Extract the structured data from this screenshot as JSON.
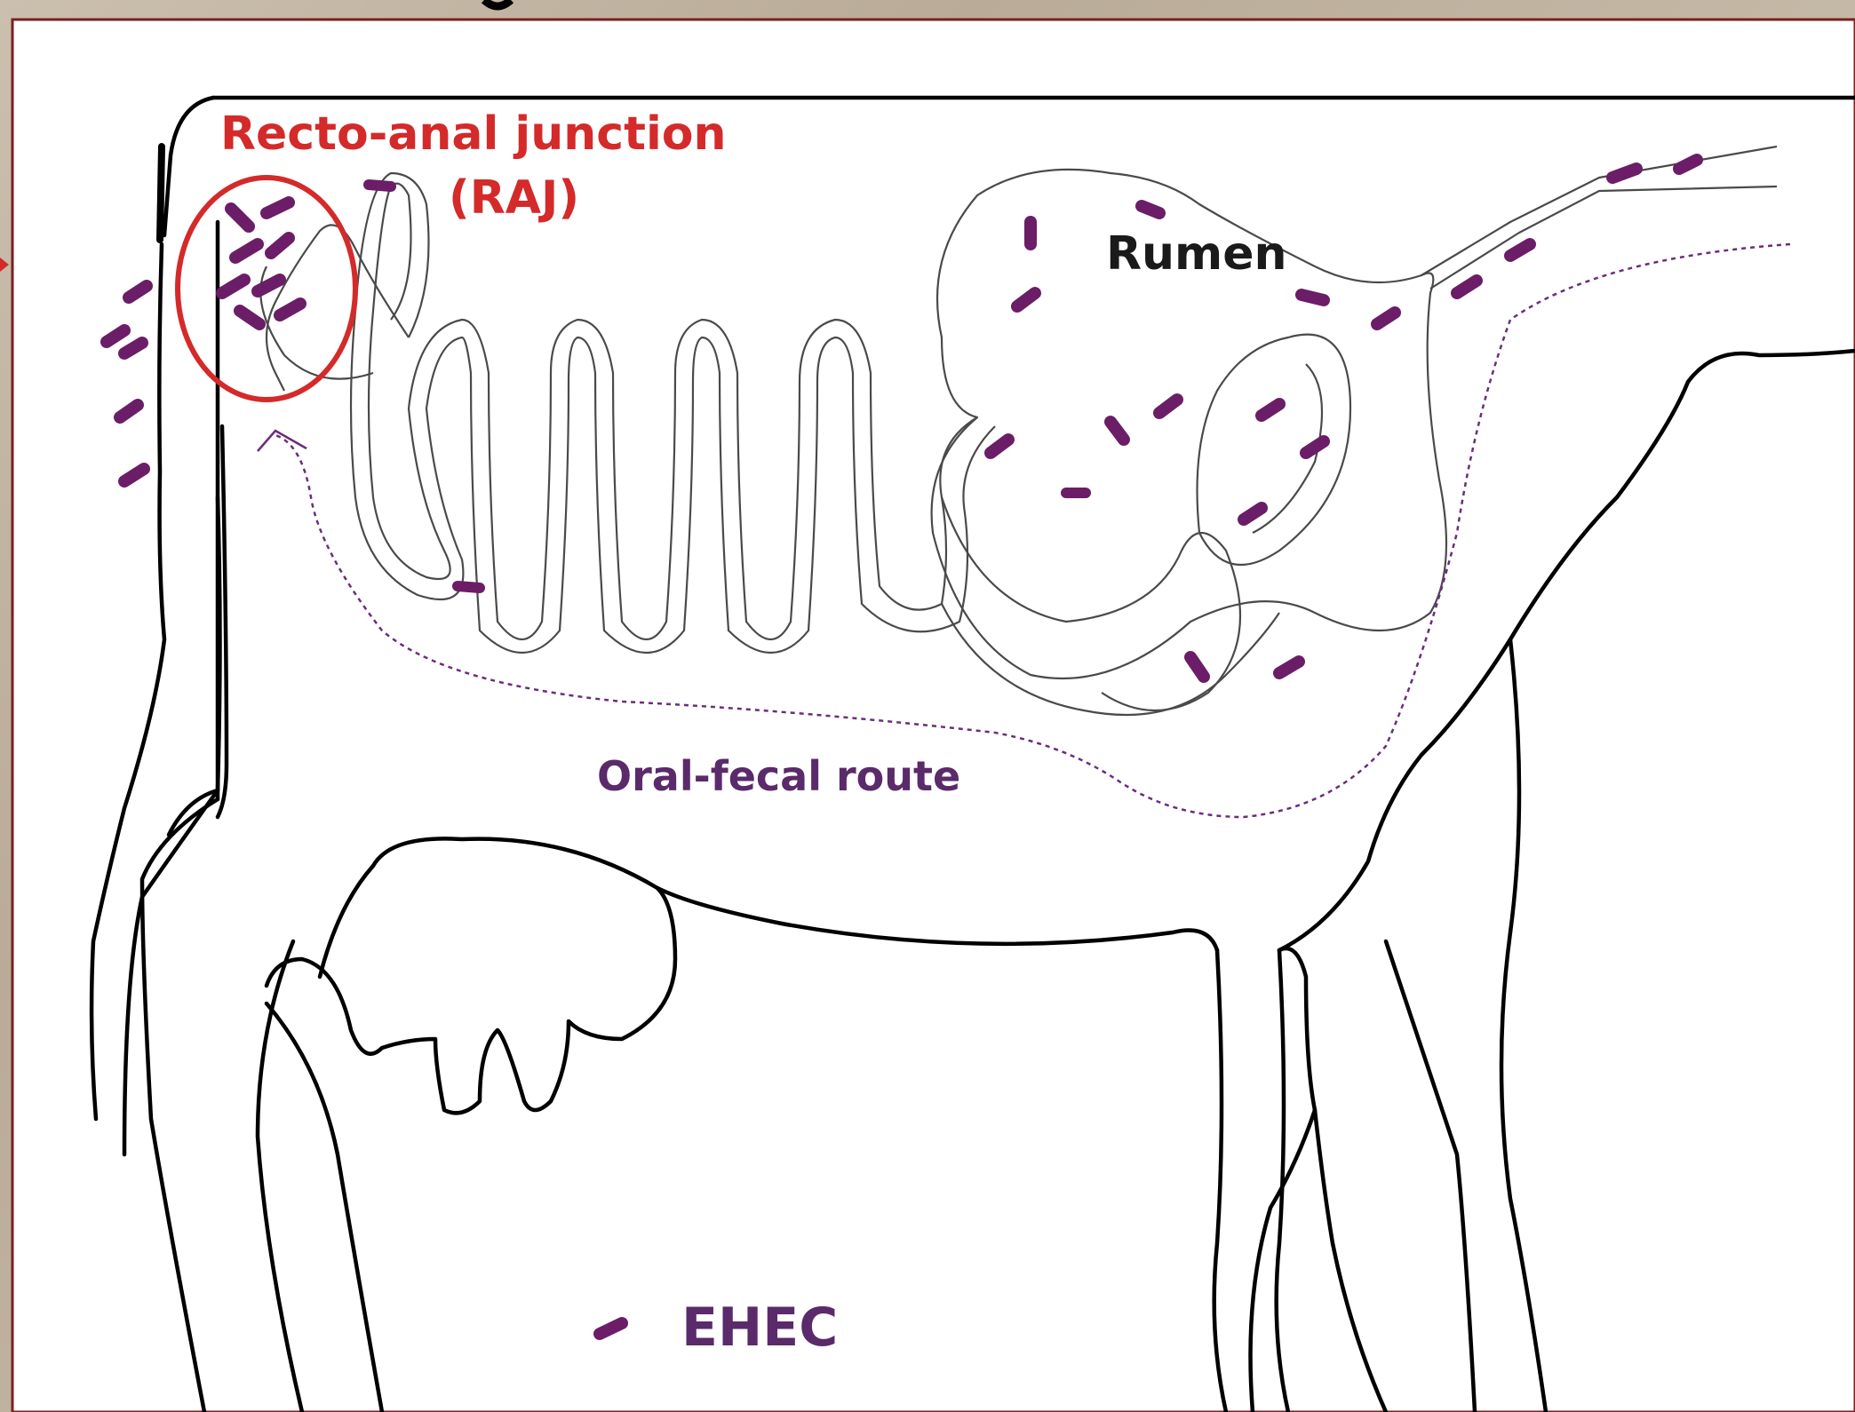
{
  "diagram": {
    "labels": {
      "raj_line1": "Recto-anal junction",
      "raj_line2": "(RAJ)",
      "rumen": "Rumen",
      "route": "Oral-fecal route",
      "legend": "EHEC"
    },
    "colors": {
      "raj": "#d42a2a",
      "ehec": "#6b1d67",
      "route": "#5a2a6a",
      "outline": "#000000",
      "gut": "#555555",
      "frame": "#7a2020",
      "background": "#c4b8a6"
    }
  }
}
